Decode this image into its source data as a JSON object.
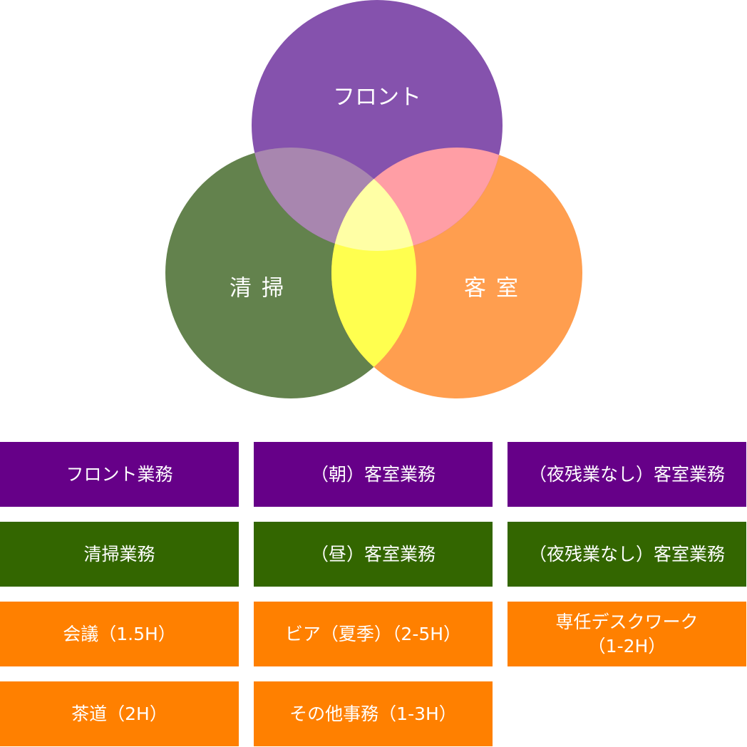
{
  "diagram": {
    "circles": [
      {
        "id": "front",
        "label": "フロント",
        "color": "#8552AD"
      },
      {
        "id": "cleaning",
        "label": "清掃",
        "color": "#63824D"
      },
      {
        "id": "room",
        "label": "客室",
        "color": "#FF9E4F"
      }
    ],
    "overlaps": {
      "front_cleaning": "#A886AF",
      "front_room": "#FF9EA5",
      "cleaning_room": "#FFFF4F",
      "center": "#FFFFA5"
    }
  },
  "tasks": [
    {
      "label": "フロント業務",
      "color": "purple"
    },
    {
      "label": "（朝）客室業務",
      "color": "purple"
    },
    {
      "label": "（夜残業なし）客室業務",
      "color": "purple"
    },
    {
      "label": "清掃業務",
      "color": "green"
    },
    {
      "label": "（昼）客室業務",
      "color": "green"
    },
    {
      "label": "（夜残業なし）客室業務",
      "color": "green"
    },
    {
      "label": "会議（1.5H）",
      "color": "orange"
    },
    {
      "label": "ビア（夏季）（2-5H）",
      "color": "orange"
    },
    {
      "label": "専任デスクワーク\n（1-2H）",
      "color": "orange"
    },
    {
      "label": "茶道（2H）",
      "color": "orange"
    },
    {
      "label": "その他事務（1-3H）",
      "color": "orange"
    }
  ],
  "colors": {
    "purple": "#660088",
    "green": "#336600",
    "orange": "#FF8000"
  }
}
